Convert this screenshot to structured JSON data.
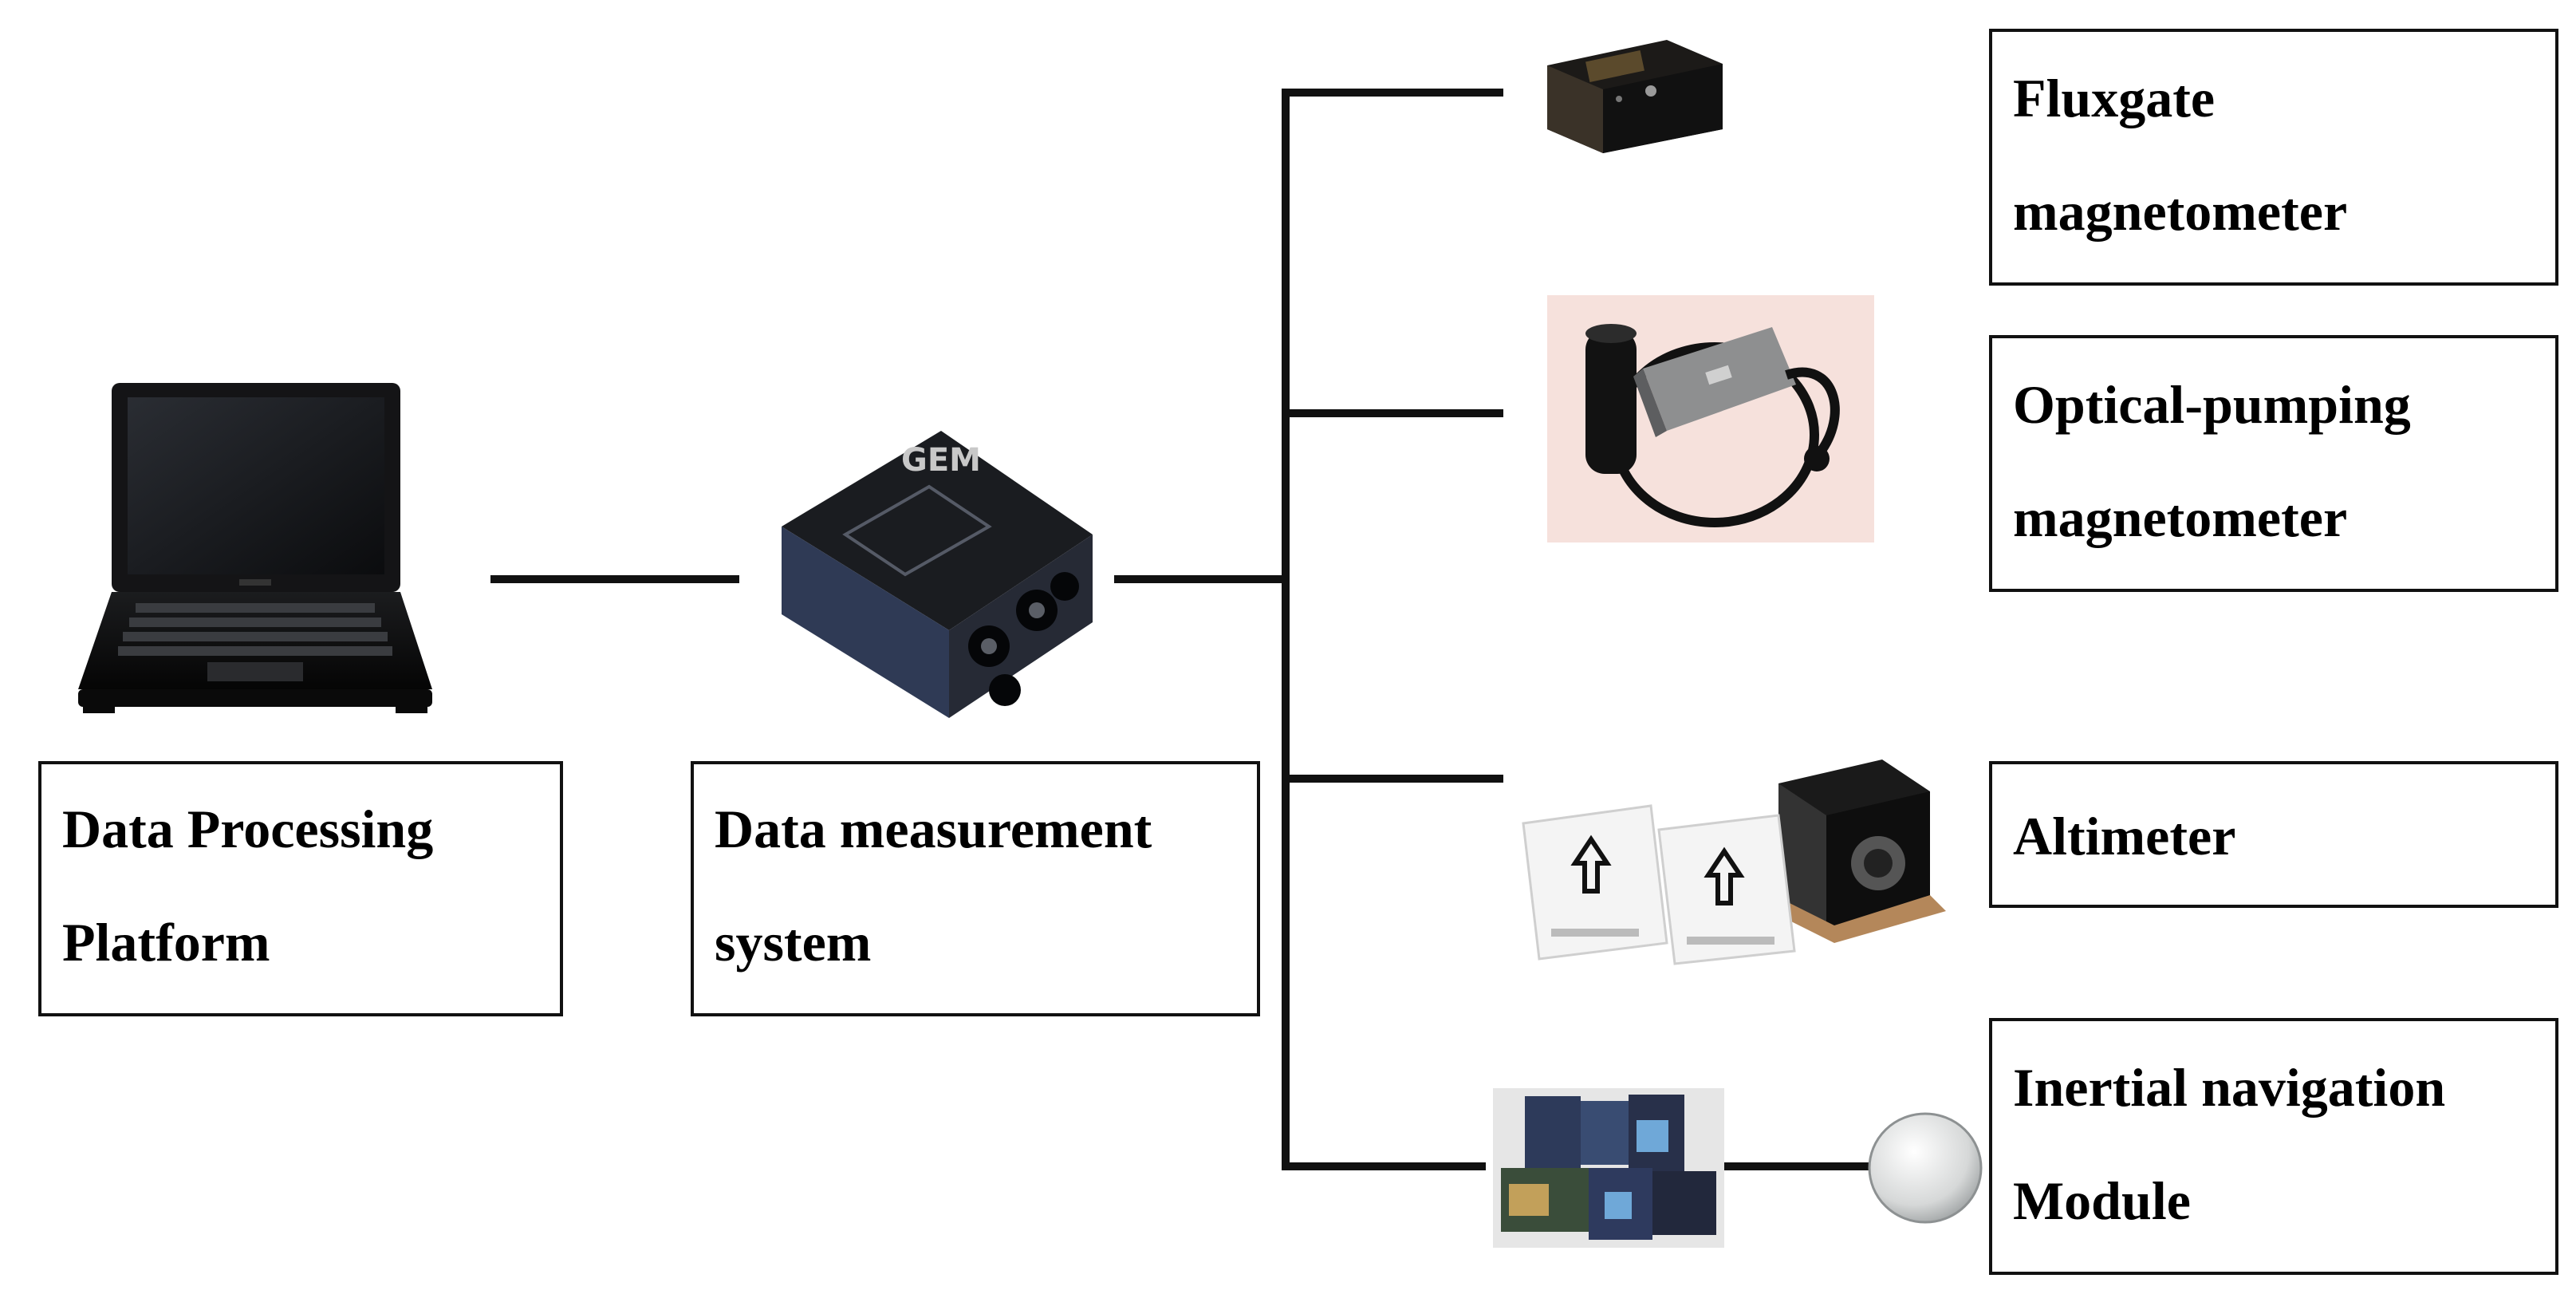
{
  "colors": {
    "line": "#111111",
    "text": "#000000",
    "background": "#ffffff"
  },
  "boxes": {
    "platform": {
      "line1": "Data Processing",
      "line2": "Platform"
    },
    "measurement": {
      "line1": "Data measurement",
      "line2": "system"
    },
    "fluxgate": {
      "line1": "Fluxgate",
      "line2": "magnetometer"
    },
    "optical": {
      "line1": "Optical-pumping",
      "line2": "magnetometer"
    },
    "altimeter": {
      "line1": "Altimeter"
    },
    "inertial": {
      "line1": "Inertial navigation",
      "line2": "Module"
    }
  },
  "icons": {
    "laptop": "laptop-icon",
    "measurement_unit": "measurement-unit-icon",
    "fluxgate_sensor": "fluxgate-sensor-icon",
    "optical_sensor": "optical-pumping-sensor-icon",
    "altimeter_sensor": "altimeter-sensor-icon",
    "inertial_module": "inertial-module-icon",
    "gps_antenna": "gps-antenna-icon"
  },
  "device": {
    "brand": "GEM"
  }
}
